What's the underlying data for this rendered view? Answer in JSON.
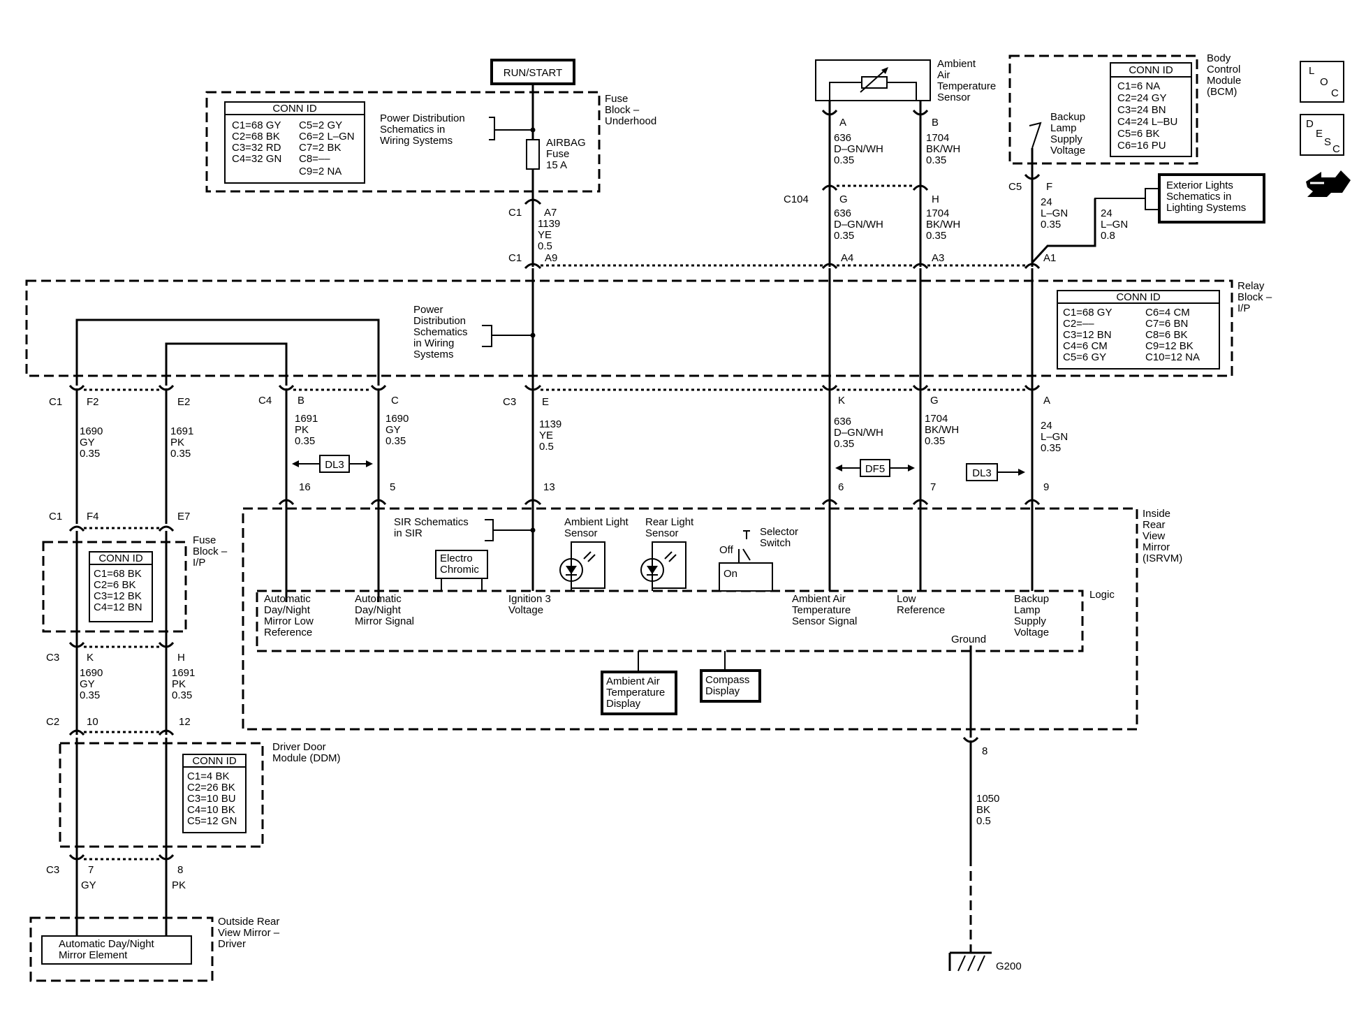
{
  "power": {
    "run_start": "RUN/START"
  },
  "fuse_underhood": {
    "title": [
      "Fuse",
      "Block –",
      "Underhood"
    ],
    "conn_header": "CONN ID",
    "conn_left": [
      "C1=68 GY",
      "C2=68 BK",
      "C3=32 RD",
      "C4=32 GN"
    ],
    "conn_right": [
      "C5=2 GY",
      "C6=2 L–GN",
      "C7=2 BK",
      "C8=––",
      "C9=2 NA"
    ],
    "note": [
      "Power Distribution",
      "Schematics in",
      "Wiring Systems"
    ],
    "fuse": [
      "AIRBAG",
      "Fuse",
      "15 A"
    ],
    "pin_c1": "C1",
    "pin_a7": "A7",
    "wire": [
      "1139",
      "YE",
      "0.5"
    ]
  },
  "ambient_sensor": {
    "title": [
      "Ambient",
      "Air",
      "Temperature",
      "Sensor"
    ],
    "pin_a": "A",
    "pin_b": "B",
    "wire_a": [
      "636",
      "D–GN/WH",
      "0.35"
    ],
    "wire_b": [
      "1704",
      "BK/WH",
      "0.35"
    ],
    "c104": "C104",
    "pin_g": "G",
    "pin_h": "H",
    "wire_a2": [
      "636",
      "D–GN/WH",
      "0.35"
    ],
    "wire_b2": [
      "1704",
      "BK/WH",
      "0.35"
    ]
  },
  "bcm": {
    "title": [
      "Body",
      "Control",
      "Module",
      "(BCM)"
    ],
    "conn_header": "CONN ID",
    "conn": [
      "C1=6 NA",
      "C2=24 GY",
      "C3=24 BN",
      "C4=24 L–BU",
      "C5=6 BK",
      "C6=16 PU"
    ],
    "backup": [
      "Backup",
      "Lamp",
      "Supply",
      "Voltage"
    ],
    "pin_c5": "C5",
    "pin_f": "F",
    "wire": [
      "24",
      "L–GN",
      "0.35"
    ],
    "ext_lights": [
      "Exterior Lights",
      "Schematics in",
      "Lighting Systems"
    ],
    "wire2": [
      "24",
      "L–GN",
      "0.8"
    ]
  },
  "icons": {
    "loc_l": "L",
    "loc_oc": "O",
    "loc_c": "C",
    "desc_d": "D",
    "desc_e": "E",
    "desc_s": "S",
    "desc_c": "C"
  },
  "relay_block": {
    "title": [
      "Relay",
      "Block –",
      "I/P"
    ],
    "conn_header": "CONN ID",
    "conn_left": [
      "C1=68 GY",
      "C2=––",
      "C3=12 BN",
      "C4=6 CM",
      "C5=6 GY"
    ],
    "conn_right": [
      "C6=4 CM",
      "C7=6 BN",
      "C8=6 BK",
      "C9=12 BK",
      "C10=12 NA"
    ],
    "note": [
      "Power",
      "Distribution",
      "Schematics",
      "in Wiring",
      "Systems"
    ],
    "pin_c1": "C1",
    "pin_a9": "A9",
    "pin_a4": "A4",
    "pin_a3": "A3",
    "pin_a1": "A1"
  },
  "relay_out": {
    "c1": "C1",
    "f2": "F2",
    "e2": "E2",
    "c4": "C4",
    "b": "B",
    "c": "C",
    "c3": "C3",
    "e": "E",
    "k": "K",
    "g": "G",
    "a": "A",
    "w1690": [
      "1690",
      "GY",
      "0.35"
    ],
    "w1691": [
      "1691",
      "PK",
      "0.35"
    ],
    "w1691b": [
      "1691",
      "PK",
      "0.35"
    ],
    "w1690b": [
      "1690",
      "GY",
      "0.35"
    ],
    "w1139": [
      "1139",
      "YE",
      "0.5"
    ],
    "w636": [
      "636",
      "D–GN/WH",
      "0.35"
    ],
    "w1704": [
      "1704",
      "BK/WH",
      "0.35"
    ],
    "w24": [
      "24",
      "L–GN",
      "0.35"
    ],
    "dl3": "DL3",
    "df5": "DF5",
    "dl3b": "DL3",
    "p16": "16",
    "p5": "5",
    "p13": "13",
    "p6": "6",
    "p7": "7",
    "p9": "9"
  },
  "fuse_ip": {
    "title": [
      "Fuse",
      "Block –",
      "I/P"
    ],
    "c1": "C1",
    "f4": "F4",
    "e7": "E7",
    "conn_header": "CONN ID",
    "conn": [
      "C1=68 BK",
      "C2=6 BK",
      "C3=12 BK",
      "C4=12 BN"
    ],
    "c3": "C3",
    "k": "K",
    "h": "H",
    "w1690": [
      "1690",
      "GY",
      "0.35"
    ],
    "w1691": [
      "1691",
      "PK",
      "0.35"
    ]
  },
  "isrvm": {
    "title": [
      "Inside",
      "Rear",
      "View",
      "Mirror",
      "(ISRVM)"
    ],
    "sir": [
      "SIR Schematics",
      "in SIR"
    ],
    "electro": [
      "Electro",
      "Chromic"
    ],
    "ambient_light": [
      "Ambient Light",
      "Sensor"
    ],
    "rear_light": [
      "Rear Light",
      "Sensor"
    ],
    "selector": [
      "Selector",
      "Switch"
    ],
    "off": "Off",
    "on": "On",
    "logic": "Logic",
    "l_auto_low": [
      "Automatic",
      "Day/Night",
      "Mirror Low",
      "Reference"
    ],
    "l_auto_sig": [
      "Automatic",
      "Day/Night",
      "Mirror Signal"
    ],
    "l_ign": [
      "Ignition 3",
      "Voltage"
    ],
    "l_amb": [
      "Ambient Air",
      "Temperature",
      "Sensor Signal"
    ],
    "l_low": [
      "Low",
      "Reference"
    ],
    "l_backup": [
      "Backup",
      "Lamp",
      "Supply",
      "Voltage"
    ],
    "ground": "Ground",
    "amb_display": [
      "Ambient Air",
      "Temperature",
      "Display"
    ],
    "compass": [
      "Compass",
      "Display"
    ]
  },
  "ddm": {
    "c2": "C2",
    "p10": "10",
    "p12": "12",
    "title": [
      "Driver Door",
      "Module (DDM)"
    ],
    "conn_header": "CONN ID",
    "conn": [
      "C1=4 BK",
      "C2=26 BK",
      "C3=10 BU",
      "C4=10 BK",
      "C5=12 GN"
    ],
    "c3": "C3",
    "p7": "7",
    "p8": "8",
    "gy": "GY",
    "pk": "PK"
  },
  "orvm": {
    "title": [
      "Outside Rear",
      "View Mirror –",
      "Driver"
    ],
    "element": [
      "Automatic Day/Night",
      "Mirror Element"
    ]
  },
  "ground": {
    "p8": "8",
    "wire": [
      "1050",
      "BK",
      "0.5"
    ],
    "g200": "G200"
  }
}
